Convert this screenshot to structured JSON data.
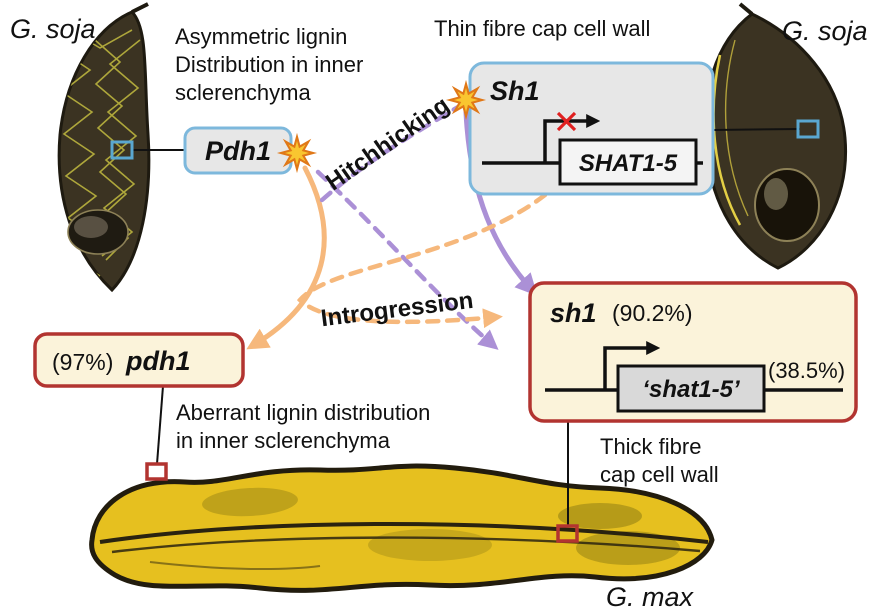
{
  "palette": {
    "box_blue_border": "#7db8dc",
    "box_gray_fill": "#e7e7e7",
    "box_red_border": "#b23430",
    "box_cream_fill": "#fbf3da",
    "purple": "#ab90d6",
    "orange": "#f6b87c",
    "star_fill": "#f9c630",
    "star_stroke": "#e07818",
    "pod_dark": "#3b3322",
    "pod_yellow": "#e6c01f",
    "red_x": "#e02020"
  },
  "top": {
    "g_soja_left": "G. soja",
    "g_soja_right": "G. soja",
    "asymmetric_lines": [
      "Asymmetric lignin",
      "Distribution in inner",
      "sclerenchyma"
    ],
    "thin_fibre": "Thin fibre cap cell wall"
  },
  "genes": {
    "pdh1_wild": "Pdh1",
    "sh1_wild": "Sh1",
    "shat15_wild": "SHAT1-5",
    "pdh1_pct": "(97%)",
    "pdh1_dom": "pdh1",
    "sh1_dom": "sh1",
    "sh1_pct": "(90.2%)",
    "shat15_dom": "‘shat1-5’",
    "shat15_pct": "(38.5%)"
  },
  "arrows": {
    "hitchhiking": "Hitchhicking",
    "introgression": "Introgression"
  },
  "bottom": {
    "aberrant_lines": [
      "Aberrant lignin distribution",
      "in inner sclerenchyma"
    ],
    "thick_fibre_lines": [
      "Thick fibre",
      "cap cell wall"
    ],
    "g_max": "G. max"
  }
}
